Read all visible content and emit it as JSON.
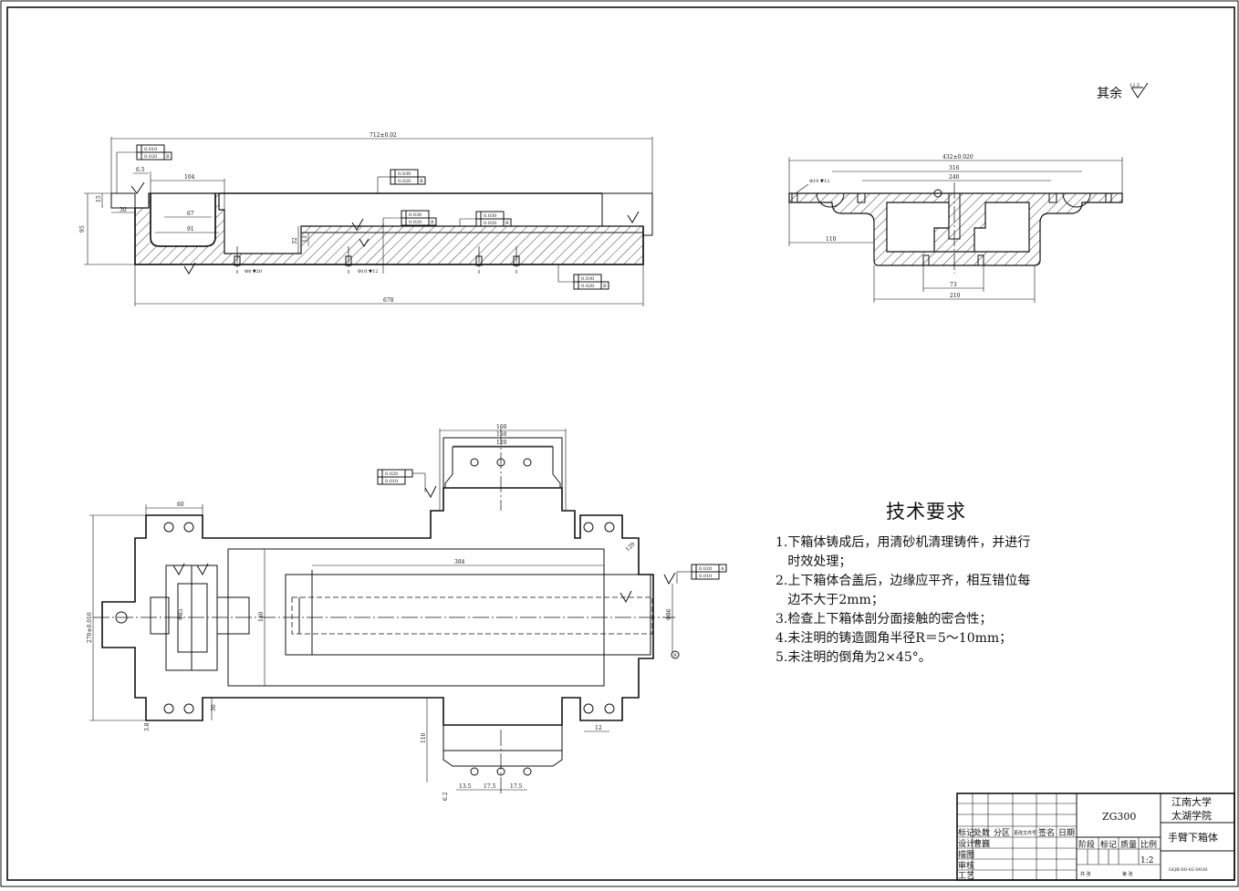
{
  "drawing": {
    "surface_note": {
      "label": "其余",
      "roughness": "12.5"
    },
    "front_view": {
      "dims": {
        "overall_length": "712±0.02",
        "base_length": "678",
        "pocket_width": "104",
        "pocket_inner_a": "67",
        "pocket_inner_b": "91",
        "height_left": "95",
        "small_height": "15",
        "small_width": "30",
        "step_height": "32",
        "step_small": "13",
        "chamfer": "6.5"
      },
      "tolerance_frames": [
        {
          "row1": "0.010",
          "row2": "0.020",
          "datum": "B"
        },
        {
          "row1": "0.030",
          "row2": "0.020",
          "datum": "B"
        },
        {
          "row1": "0.030",
          "row2": "0.020",
          "datum": "B"
        },
        {
          "row1": "0.030",
          "row2": "0.020",
          "datum": "B"
        },
        {
          "row1": "0.030",
          "row2": "0.020",
          "datum": "B"
        }
      ],
      "hole_notes": [
        "Φ8 ▼20",
        "Φ10 ▼12"
      ]
    },
    "side_view": {
      "dims": {
        "top_width": "432±0.020",
        "d316": "316",
        "d240": "240",
        "left_offset": "110",
        "d73": "73",
        "bottom_width": "210"
      },
      "hole_note": "Φ10 ▼12"
    },
    "plan_view": {
      "dims": {
        "top_w1": "160",
        "top_w2": "150",
        "top_w3": "120",
        "d60": "60",
        "d384": "384",
        "overall_height": "270±0.010",
        "d30": "30",
        "d140": "140",
        "d110": "110",
        "d85": "Φ85",
        "d86": "Φ86",
        "d120": "120",
        "d12": "12",
        "d13": "13.5",
        "d17": "17.5",
        "d175": "17.5",
        "d32": "3.8",
        "d62": "6.2"
      },
      "tolerance_frames": [
        {
          "row1": "0.020",
          "row2": "0.010",
          "datum": ""
        },
        {
          "row1": "0.020",
          "row2": "0.010",
          "datum": "A"
        }
      ],
      "datum_marker": "B"
    }
  },
  "tech": {
    "title": "技术要求",
    "lines": [
      "1.下箱体铸成后，用清砂机清理铸件，并进行",
      "   时效处理；",
      "2.上下箱体合盖后，边缘应平齐，相互错位每",
      "   边不大于2mm；",
      "3.检查上下箱体剖分面接触的密合性；",
      "4.未注明的铸造圆角半径R＝5～10mm；",
      "5.未注明的倒角为2×45°。"
    ]
  },
  "title_block": {
    "material": "ZG300",
    "school_line1": "江南大学",
    "school_line2": "太湖学院",
    "part_name": "手臂下箱体",
    "drawing_no": "GQB-00-02-0030",
    "scale": "1:2",
    "header_row": [
      "标记",
      "处数",
      "分区",
      "更改文件号",
      "签名",
      "日期"
    ],
    "design_label": "设计",
    "designer": "曹巍",
    "check_label": "描图",
    "review_label": "审核",
    "process_label": "工艺",
    "stage_labels": [
      "阶段",
      "标记",
      "质量",
      "比例"
    ],
    "sheet_labels": [
      "共 张",
      "第 张"
    ]
  }
}
